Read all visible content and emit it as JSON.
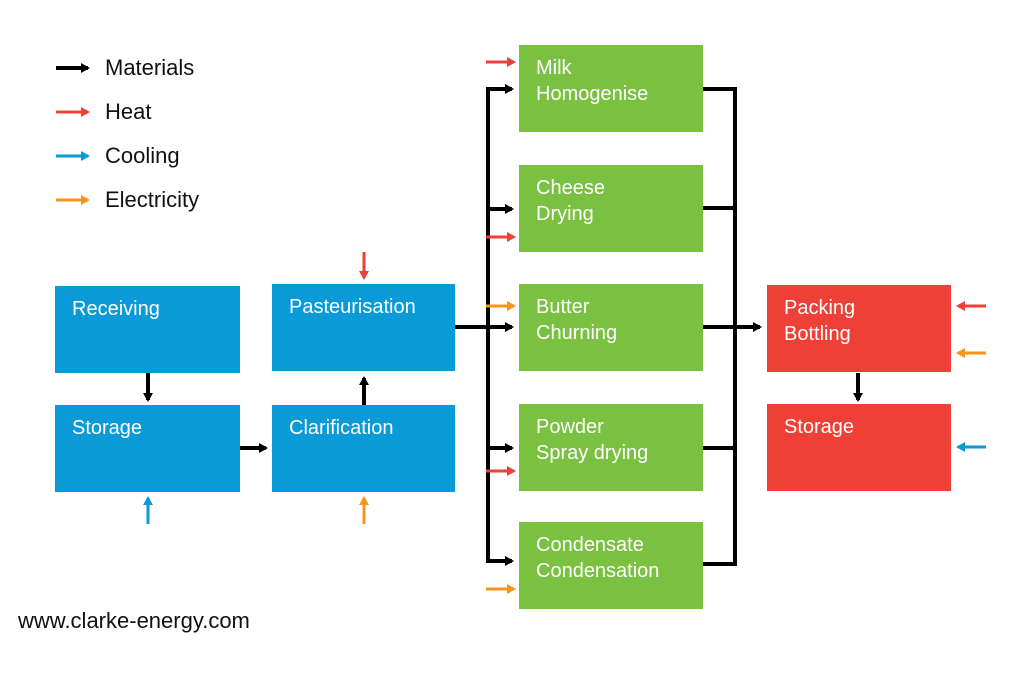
{
  "legend": {
    "materials": "Materials",
    "heat": "Heat",
    "cooling": "Cooling",
    "electricity": "Electricity"
  },
  "colors": {
    "materials": "#000000",
    "heat": "#ee4036",
    "cooling": "#0b9ad8",
    "electricity": "#f7941d",
    "blue_box": "#0b9ad8",
    "green_box": "#7ac142",
    "red_box": "#ee4036"
  },
  "nodes": {
    "receiving": [
      "Receiving"
    ],
    "storage_in": [
      "Storage"
    ],
    "pasteurisation": [
      "Pasteurisation"
    ],
    "clarification": [
      "Clarification"
    ],
    "milk": [
      "Milk",
      "Homogenise"
    ],
    "cheese": [
      "Cheese",
      "Drying"
    ],
    "butter": [
      "Butter",
      "Churning"
    ],
    "powder": [
      "Powder",
      "Spray drying"
    ],
    "condensate": [
      "Condensate",
      "Condensation"
    ],
    "packing": [
      "Packing",
      "Bottling"
    ],
    "storage_out": [
      "Storage"
    ]
  },
  "footer": "www.clarke-energy.com"
}
